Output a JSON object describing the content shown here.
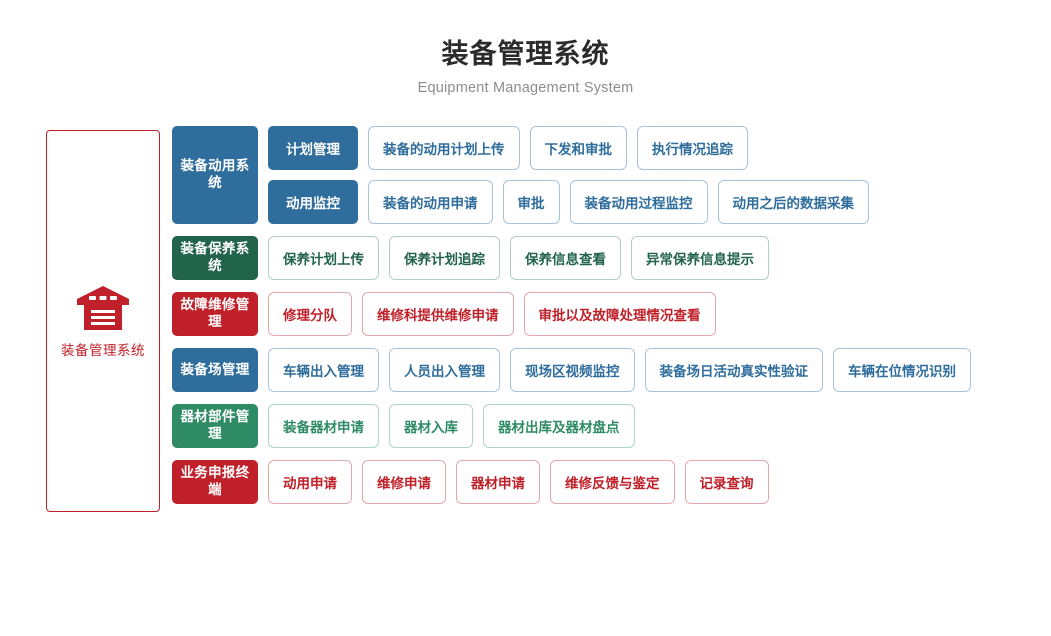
{
  "header": {
    "title_cn": "装备管理系统",
    "title_en": "Equipment Management System"
  },
  "logo": {
    "icon": "warehouse-icon",
    "label": "装备管理系统",
    "border_color": "#c0202a",
    "color": "#c0202a"
  },
  "palette": {
    "blue": "#2f6d9c",
    "green_dark": "#22634c",
    "green_light": "#2e8b66",
    "red": "#c0202a",
    "text_title": "#2b2b2b",
    "text_subtitle": "#8d8d8d"
  },
  "rows": [
    {
      "category": "装备动用系统",
      "theme": "blue",
      "subrows": [
        {
          "group": "计划管理",
          "items": [
            "装备的动用计划上传",
            "下发和审批",
            "执行情况追踪"
          ]
        },
        {
          "group": "动用监控",
          "items": [
            "装备的动用申请",
            "审批",
            "装备动用过程监控",
            "动用之后的数据采集"
          ]
        }
      ]
    },
    {
      "category": "装备保养系统",
      "theme": "green",
      "subrows": [
        {
          "group": null,
          "items": [
            "保养计划上传",
            "保养计划追踪",
            "保养信息查看",
            "异常保养信息提示"
          ]
        }
      ]
    },
    {
      "category": "故障维修管理",
      "theme": "red",
      "subrows": [
        {
          "group": null,
          "items": [
            "修理分队",
            "维修科提供维修申请",
            "审批以及故障处理情况查看"
          ]
        }
      ]
    },
    {
      "category": "装备场管理",
      "theme": "blue",
      "subrows": [
        {
          "group": null,
          "items": [
            "车辆出入管理",
            "人员出入管理",
            "现场区视频监控",
            "装备场日活动真实性验证",
            "车辆在位情况识别"
          ]
        }
      ]
    },
    {
      "category": "器材部件管理",
      "theme": "green2",
      "subrows": [
        {
          "group": null,
          "items": [
            "装备器材申请",
            "器材入库",
            "器材出库及器材盘点"
          ]
        }
      ]
    },
    {
      "category": "业务申报终端",
      "theme": "red",
      "subrows": [
        {
          "group": null,
          "items": [
            "动用申请",
            "维修申请",
            "器材申请",
            "维修反馈与鉴定",
            "记录查询"
          ]
        }
      ]
    }
  ]
}
